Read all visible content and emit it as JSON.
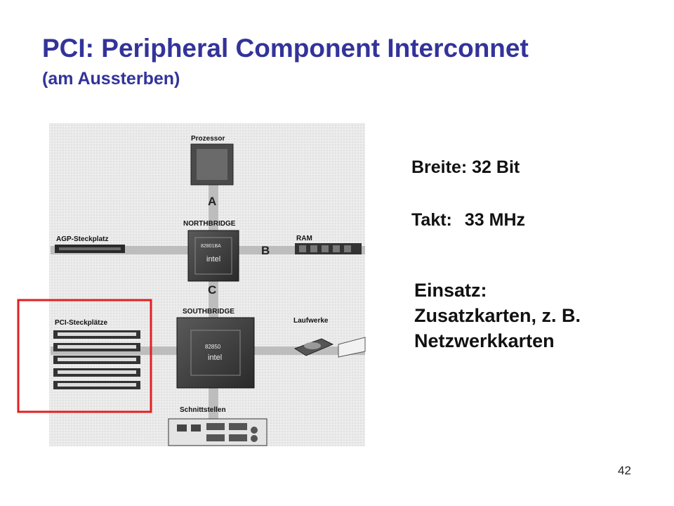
{
  "slide": {
    "title": "PCI: Peripheral Component Interconnet",
    "subtitle": "(am Aussterben)",
    "page_number": "42"
  },
  "diagram": {
    "labels": {
      "processor": "Prozessor",
      "northbridge": "NORTHBRIDGE",
      "southbridge": "SOUTHBRIDGE",
      "agp": "AGP-Steckplatz",
      "ram": "RAM",
      "pci": "PCI-Steckplätze",
      "drives": "Laufwerke",
      "interfaces": "Schnittstellen",
      "bus_a": "A",
      "bus_b": "B",
      "bus_c": "C",
      "chip_north": "82801BA",
      "chip_south": "82850",
      "intel_north": "intel",
      "intel_south": "intel"
    },
    "highlight_color": "#e02020"
  },
  "specs": {
    "width_label": "Breite:",
    "width_value": "32 Bit",
    "clock_label": "Takt:",
    "clock_value": "33 MHz"
  },
  "usage": {
    "heading": "Einsatz:",
    "line1": "Zusatzkarten, z. B.",
    "line2": "Netzwerkkarten"
  }
}
